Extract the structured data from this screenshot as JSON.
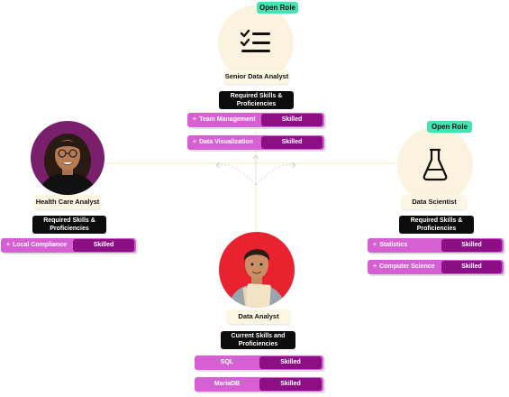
{
  "open_role_label": "Open Role",
  "senior": {
    "title": "Senior Data Analyst",
    "required": "Required Skills & Proficiencies",
    "icon": "checklist-icon",
    "skills": [
      {
        "name": "Team Management",
        "level": "Skilled"
      },
      {
        "name": "Data Visualization",
        "level": "Skilled"
      }
    ]
  },
  "health": {
    "title": "Health Care Analyst",
    "required": "Required Skills & Proficiencies",
    "skills": [
      {
        "name": "Local Compliance",
        "level": "Skilled"
      }
    ]
  },
  "scientist": {
    "title": "Data Scientist",
    "required": "Required Skills & Proficiencies",
    "icon": "flask-icon",
    "skills": [
      {
        "name": "Statistics",
        "level": "Skilled"
      },
      {
        "name": "Computer Science",
        "level": "Skilled"
      }
    ]
  },
  "analyst": {
    "title": "Data Analyst",
    "current": "Current Skills and Proficiencies",
    "skills": [
      {
        "name": "SQL",
        "level": "Skilled"
      },
      {
        "name": "MariaDB",
        "level": "Skilled"
      }
    ]
  },
  "colors": {
    "open_role": "#45e3b2",
    "skill_bg": "#d65fd3",
    "skill_level": "#8c0f86",
    "health_ring": "#7a1f6b",
    "analyst_ring": "#e8232f"
  }
}
